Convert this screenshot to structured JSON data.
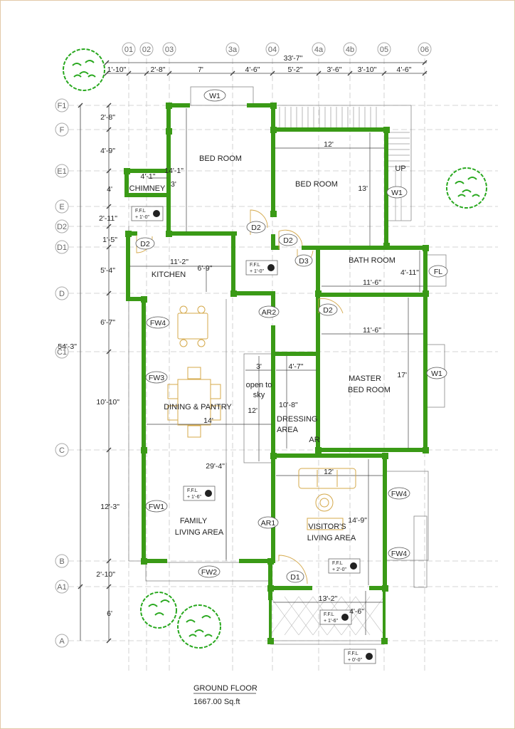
{
  "colors": {
    "wall": "#3a9a16",
    "line": "#777777",
    "door": "#d4a84a",
    "tree": "#28a81e",
    "furniture": "#d4a84a",
    "grid": "#c8c8c8"
  },
  "grid_cols": [
    "01",
    "02",
    "03",
    "3a",
    "04",
    "4a",
    "4b",
    "05",
    "06"
  ],
  "grid_rows": [
    "F1",
    "F",
    "E1",
    "E",
    "D2",
    "D1",
    "D",
    "C1",
    "C",
    "B",
    "A1",
    "A"
  ],
  "top_dims": {
    "overall": "33'-7\"",
    "segments": [
      "1'-10\"",
      "2'-8\"",
      "7'",
      "4'-6\"",
      "5'-2\"",
      "3'-6\"",
      "3'-10\"",
      "4'-6\""
    ]
  },
  "left_dims": {
    "overall": "54'-3\"",
    "segments": [
      "2'-8\"",
      "4'-9\"",
      "4'",
      "2'-11\"",
      "1'-5\"",
      "5'-4\"",
      "6'-7\"",
      "10'-10\"",
      "12'-3\"",
      "2'-10\"",
      "6'"
    ]
  },
  "rooms": {
    "bed1": "BED ROOM",
    "bed2": "BED ROOM",
    "chimney": "CHIMNEY",
    "kitchen": "KITCHEN",
    "bath": "BATH ROOM",
    "master_l1": "MASTER",
    "master_l2": "BED ROOM",
    "dining": "DINING & PANTRY",
    "open_l1": "open to",
    "open_l2": "sky",
    "dressing_l1": "DRESSING",
    "dressing_l2": "AREA",
    "ar": "AR",
    "family_l1": "FAMILY",
    "family_l2": "LIVING AREA",
    "visitors_l1": "VISITOR'S",
    "visitors_l2": "LIVING AREA",
    "up": "UP"
  },
  "room_dims": {
    "bed1_w": "14'-1\"",
    "bed1_h": "3'",
    "bed2_w": "12'",
    "bed2_h": "13'",
    "chimney_w": "4'-1\"",
    "kitchen_w": "11'-2\"",
    "kitchen_w2": "6'-9\"",
    "bath_w": "11'-6\"",
    "bath_h": "4'-11\"",
    "master_w": "11'-6\"",
    "master_h": "17'",
    "open_w": "3'",
    "open_h": "12'",
    "dressing_w": "4'-7\"",
    "dressing_h": "10'-8\"",
    "dining_w": "14'",
    "family_h": "29'-4\"",
    "visitors_w": "12'",
    "visitors_h": "14'-9\"",
    "porch_w": "13'-2\"",
    "porch_h": "4'-6\""
  },
  "tags": {
    "w1_top": "W1",
    "w1_right": "W1",
    "w1_master": "W1",
    "d2_bed": "D2",
    "d2_hall": "D2",
    "d2_kit": "D2",
    "d2_master": "D2",
    "d3": "D3",
    "d1": "D1",
    "ar2": "AR2",
    "ar1": "AR1",
    "fw4_din": "FW4",
    "fw3": "FW3",
    "fw1": "FW1",
    "fw2": "FW2",
    "fw4_r1": "FW4",
    "fw4_r2": "FW4",
    "fl": "FL"
  },
  "ffl": {
    "label": "F.F.L",
    "v1": "+ 1'-0\"",
    "v2": "+ 1'-0\"",
    "v3": "+ 1'-6\"",
    "v4": "+ 2'-0\"",
    "v5": "+ 1'-6\"",
    "v6": "+ 0'-0\""
  },
  "caption": {
    "title": "GROUND FLOOR",
    "area": "1667.00 Sq.ft"
  }
}
